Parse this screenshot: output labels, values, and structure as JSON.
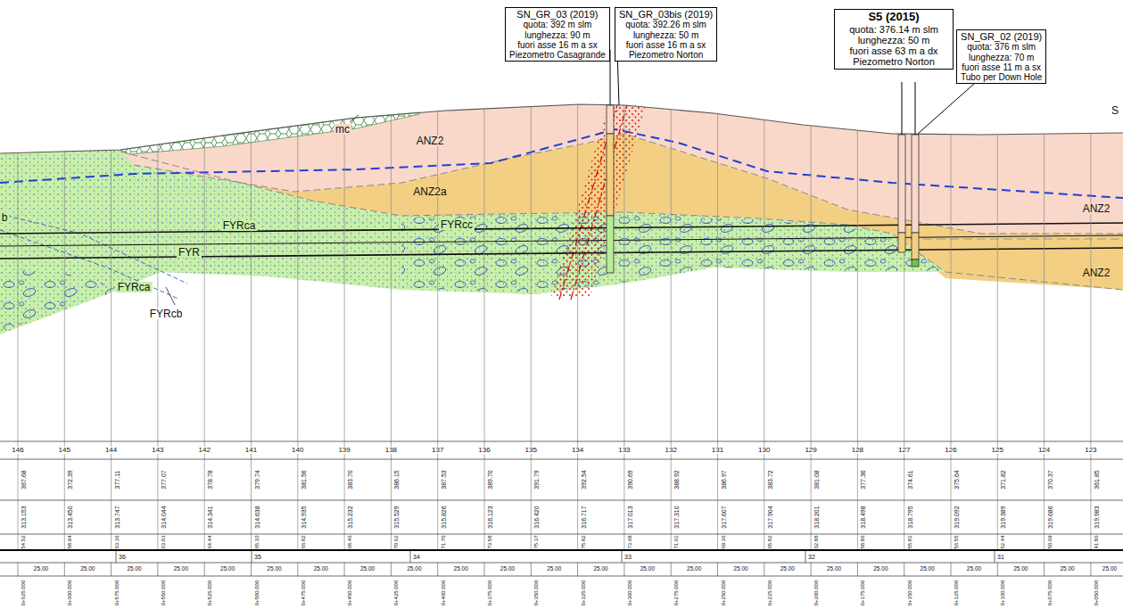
{
  "diagram": {
    "nodes": [
      {
        "text": [
          "SN_GR_03 (2019)",
          "quota: 392 m slm",
          "lunghezza: 90 m",
          "fuori asse 16 m a sx",
          "Piezometro Casagrande"
        ]
      },
      {
        "text": [
          "SN_GR_03bis (2019)",
          "quota: 392.26 m slm",
          "lunghezza: 50 m",
          "fuori asse 16 m a sx",
          "Piezometro Norton"
        ]
      },
      {
        "text": [
          "S5 (2015)",
          "quota: 376.14 m slm",
          "lunghezza: 50 m",
          "fuori asse 63 m a dx",
          "Piezometro Norton"
        ]
      },
      {
        "text": [
          "SN_GR_02 (2019)",
          "quota: 376 m slm",
          "lunghezza: 70 m",
          "fuori asse 11 m a sx",
          "Tubo per Down Hole"
        ]
      }
    ],
    "labels": [
      "b",
      "mc",
      "ANZ2",
      "ANZ2a",
      "FYRca",
      "FYRcc",
      "FYR",
      "FYRca",
      "FYRcb",
      "ANZ2",
      "ANZ2",
      "S",
      "146",
      "145",
      "144",
      "143",
      "142",
      "141",
      "140",
      "139",
      "138",
      "137",
      "136",
      "135",
      "134",
      "133",
      "132",
      "131",
      "130",
      "129",
      "128",
      "127",
      "126",
      "125",
      "124",
      "123",
      "367.68",
      "372.39",
      "377.11",
      "377.07",
      "378.78",
      "379.74",
      "381.56",
      "383.70",
      "386.15",
      "387.53",
      "389.70",
      "391.79",
      "392.54",
      "390.69",
      "388.92",
      "386.97",
      "383.72",
      "381.08",
      "377.36",
      "374.61",
      "375.64",
      "371.82",
      "370.37",
      "361.85",
      "313.153",
      "313.450",
      "313.747",
      "314.044",
      "314.341",
      "314.638",
      "314.935",
      "315.232",
      "315.529",
      "315.826",
      "316.123",
      "316.420",
      "316.717",
      "317.013",
      "317.310",
      "317.607",
      "317.904",
      "318.201",
      "318.498",
      "318.795",
      "319.092",
      "319.389",
      "319.686",
      "319.983",
      "54.52",
      "58.94",
      "63.36",
      "63.03",
      "64.44",
      "65.10",
      "66.82",
      "68.46",
      "70.62",
      "71.70",
      "73.58",
      "75.37",
      "75.82",
      "73.68",
      "71.61",
      "69.36",
      "65.82",
      "62.88",
      "58.86",
      "55.81",
      "56.55",
      "52.44",
      "50.69",
      "41.86",
      "36",
      "35",
      "34",
      "33",
      "32",
      "31",
      "25.00",
      "25.00",
      "25.00",
      "25.00",
      "25.00",
      "25.00",
      "25.00",
      "25.00",
      "25.00",
      "25.00",
      "25.00",
      "25.00",
      "25.00",
      "25.00",
      "25.00",
      "25.00",
      "25.00",
      "25.00",
      "25.00",
      "25.00",
      "25.00",
      "25.00",
      "25.00",
      "25.00",
      "0+625.000",
      "0+600.000",
      "0+575.000",
      "0+550.000",
      "0+525.000",
      "0+500.000",
      "0+475.000",
      "0+450.000",
      "0+425.000",
      "0+400.000",
      "0+375.000",
      "0+350.000",
      "0+325.000",
      "0+300.000",
      "0+275.000",
      "0+250.000",
      "0+225.000",
      "0+200.000",
      "0+175.000",
      "0+150.000",
      "0+125.000",
      "0+100.000",
      "0+075.000",
      "0+050.000"
    ]
  }
}
